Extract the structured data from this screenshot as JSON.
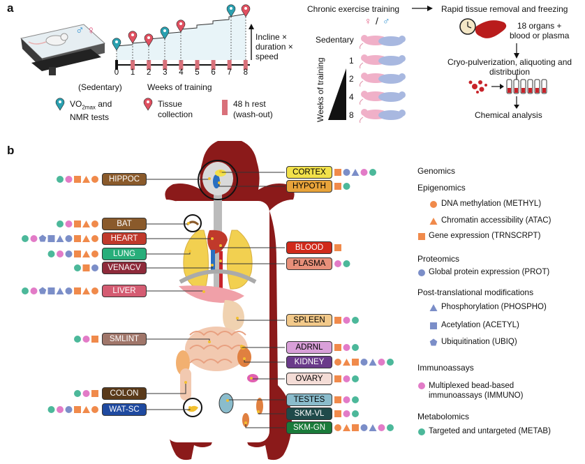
{
  "panel_a": {
    "letter": "a",
    "sex_symbols": "♂ ♀",
    "female_symbol": "♀",
    "male_symbol": "♂",
    "slash": "/",
    "week_ticks": [
      "0",
      "1",
      "2",
      "3",
      "4",
      "5",
      "6",
      "7",
      "8"
    ],
    "sedentary_paren": "(Sedentary)",
    "weeks_of_training": "Weeks of training",
    "incline_text": [
      "Incline ×",
      "duration ×",
      "speed"
    ],
    "legend": {
      "vo2_pre": "VO",
      "vo2_sub": "2max",
      "vo2_post": " and",
      "vo2_line2": "NMR tests",
      "tissue_line1": "Tissue",
      "tissue_line2": "collection",
      "rest_line1": "48 h rest",
      "rest_line2": "(wash-out)"
    },
    "chronic_title": "Chronic exercise training",
    "sedentary": "Sedentary",
    "group_weeks": [
      "1",
      "2",
      "4",
      "8"
    ],
    "weeks_axis": "Weeks of training",
    "rapid_removal": "Rapid tissue removal and freezing",
    "organs_line1": "18 organs +",
    "organs_line2": "blood or plasma",
    "cryo_line1": "Cryo-pulverization, aliquoting and",
    "cryo_line2": "distribution",
    "chemical": "Chemical analysis"
  },
  "panel_b": {
    "letter": "b",
    "tissues_left": [
      {
        "label": "HIPPOC",
        "color": "#8a5a2b",
        "text": "#ffffff",
        "marks": [
          "circle-green",
          "circle-pink",
          "square-orange",
          "triangle-orange",
          "circle-orange"
        ]
      },
      {
        "label": "BAT",
        "color": "#8a5a2b",
        "text": "#ffffff",
        "marks": [
          "circle-green",
          "circle-pink",
          "square-orange",
          "triangle-orange",
          "circle-orange"
        ]
      },
      {
        "label": "HEART",
        "color": "#c0392b",
        "text": "#ffffff",
        "marks": [
          "circle-green",
          "circle-pink",
          "pentagon-blue",
          "square-blue",
          "triangle-blue",
          "circle-blue",
          "square-orange",
          "triangle-orange",
          "circle-orange"
        ]
      },
      {
        "label": "LUNG",
        "color": "#27ae7a",
        "text": "#ffffff",
        "marks": [
          "circle-green",
          "circle-pink",
          "circle-blue",
          "square-orange",
          "triangle-orange",
          "circle-orange"
        ]
      },
      {
        "label": "VENACV",
        "color": "#8e2a3a",
        "text": "#ffffff",
        "marks": [
          "circle-green",
          "square-orange",
          "circle-blue"
        ]
      },
      {
        "label": "LIVER",
        "color": "#d45c72",
        "text": "#ffffff",
        "marks": [
          "circle-green",
          "circle-pink",
          "pentagon-blue",
          "square-blue",
          "triangle-blue",
          "circle-blue",
          "square-orange",
          "triangle-orange",
          "circle-orange"
        ]
      },
      {
        "label": "SMLINT",
        "color": "#a0766a",
        "text": "#ffffff",
        "marks": [
          "circle-green",
          "circle-pink",
          "square-orange"
        ]
      },
      {
        "label": "COLON",
        "color": "#5a3a1a",
        "text": "#ffffff",
        "marks": [
          "circle-green",
          "circle-pink",
          "square-orange"
        ]
      },
      {
        "label": "WAT-SC",
        "color": "#1f4aa0",
        "text": "#ffffff",
        "marks": [
          "circle-green",
          "circle-pink",
          "circle-blue",
          "square-orange",
          "triangle-orange",
          "circle-orange"
        ]
      }
    ],
    "tissues_right": [
      {
        "label": "CORTEX",
        "color": "#f2e14a",
        "text": "#000000",
        "marks": [
          "square-orange",
          "circle-blue",
          "triangle-blue",
          "circle-pink",
          "circle-green"
        ]
      },
      {
        "label": "HYPOTH",
        "color": "#e8a33a",
        "text": "#000000",
        "marks": [
          "square-orange",
          "circle-green"
        ]
      },
      {
        "label": "BLOOD",
        "color": "#d02a1a",
        "text": "#ffffff",
        "marks": [
          "square-orange"
        ]
      },
      {
        "label": "PLASMA",
        "color": "#e8907a",
        "text": "#000000",
        "marks": [
          "circle-pink",
          "circle-green"
        ]
      },
      {
        "label": "SPLEEN",
        "color": "#f2c98a",
        "text": "#000000",
        "marks": [
          "square-orange",
          "circle-pink",
          "circle-green"
        ]
      },
      {
        "label": "ADRNL",
        "color": "#d9a0d9",
        "text": "#000000",
        "marks": [
          "square-orange",
          "circle-pink",
          "circle-green"
        ]
      },
      {
        "label": "KIDNEY",
        "color": "#6a3a8a",
        "text": "#ffffff",
        "marks": [
          "circle-orange",
          "triangle-orange",
          "square-orange",
          "circle-blue",
          "triangle-blue",
          "circle-pink",
          "circle-green"
        ]
      },
      {
        "label": "OVARY",
        "color": "#f4dcd6",
        "text": "#000000",
        "marks": [
          "square-orange",
          "circle-pink",
          "circle-green"
        ]
      },
      {
        "label": "TESTES",
        "color": "#8abccc",
        "text": "#000000",
        "marks": [
          "square-orange",
          "circle-pink",
          "circle-green"
        ]
      },
      {
        "label": "SKM-VL",
        "color": "#1f4a4a",
        "text": "#ffffff",
        "marks": [
          "square-orange",
          "circle-pink",
          "circle-green"
        ]
      },
      {
        "label": "SKM-GN",
        "color": "#1a7a3a",
        "text": "#ffffff",
        "marks": [
          "circle-orange",
          "triangle-orange",
          "square-orange",
          "circle-blue",
          "triangle-blue",
          "circle-pink",
          "circle-green"
        ]
      }
    ],
    "legend": {
      "genomics": "Genomics",
      "epigenomics": "Epigenomics",
      "methyl": "DNA methylation (METHYL)",
      "atac": "Chromatin accessibility (ATAC)",
      "trnscrpt": "Gene expression (TRNSCRPT)",
      "proteomics": "Proteomics",
      "prot": "Global protein expression (PROT)",
      "ptm": "Post-translational modifications",
      "phospho": "Phosphorylation (PHOSPHO)",
      "acetyl": "Acetylation (ACETYL)",
      "ubiq": "Ubiquitination (UBIQ)",
      "immunoassays": "Immunoassays",
      "immuno_line1": "Multiplexed bead-based",
      "immuno_line2": "immunoassays (IMMUNO)",
      "metabolomics": "Metabolomics",
      "metab": "Targeted and untargeted (METAB)"
    }
  },
  "colors": {
    "orange": "#f08a4b",
    "blue": "#7b8ec8",
    "pink": "#e27bc7",
    "green": "#4cb89a",
    "rat": "#8b1a1a",
    "teal_pin": "#2aa0b0",
    "red_pin": "#e05060"
  }
}
